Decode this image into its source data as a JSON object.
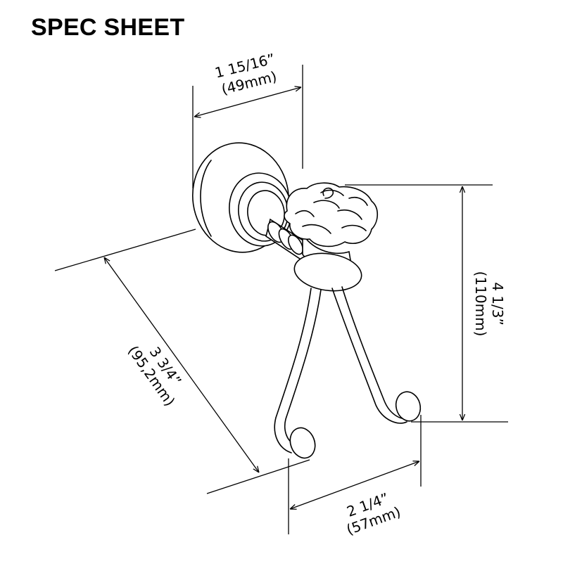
{
  "header": {
    "title": "SPEC SHEET"
  },
  "dimensions": {
    "width": {
      "imperial": "1 15/16”",
      "metric": "(49mm)"
    },
    "height": {
      "imperial": "4 1/3”",
      "metric": "(110mm)"
    },
    "depth": {
      "imperial": "3 3/4”",
      "metric": "(95,2mm)"
    },
    "hook_span": {
      "imperial": "2 1/4”",
      "metric": "(57mm)"
    }
  }
}
